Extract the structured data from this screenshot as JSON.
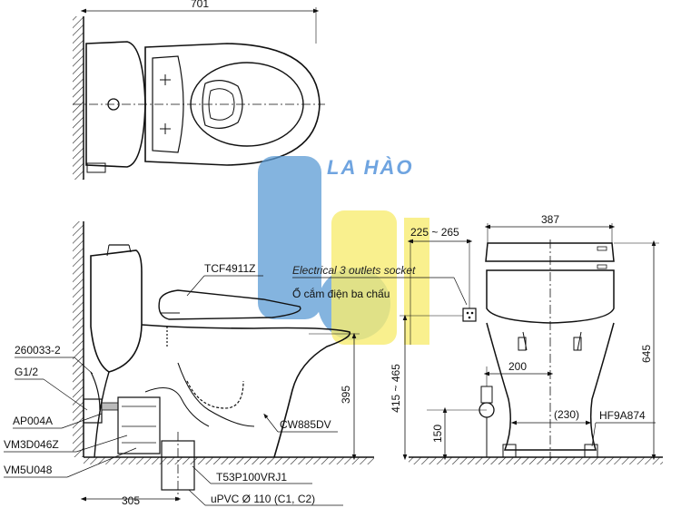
{
  "brand": {
    "name": "LA HÀO",
    "colors": {
      "blue": "#5b9bd5",
      "yellow": "#f5e642",
      "text": "#3f86d6"
    }
  },
  "dimensions": {
    "top_width": "701",
    "front_width": "387",
    "outlet_range": "225 ~ 265",
    "side_height": "645",
    "outlet_height": "415 ~ 465",
    "offset_200": "200",
    "offset_230": "(230)",
    "height_150": "150",
    "height_395": "395",
    "rough_in": "305"
  },
  "labels": {
    "seat": "TCF4911Z",
    "outlet_en": "Electrical 3 outlets socket",
    "outlet_vi": "Ổ cắm điện ba chấu",
    "part_260033": "260033-2",
    "part_g12": "G1/2",
    "part_ap004a": "AP004A",
    "part_vm3d": "VM3D046Z",
    "part_vm5u": "VM5U048",
    "part_cw885": "CW885DV",
    "part_t53": "T53P100VRJ1",
    "pipe": "uPVC Ø 110 (C1, C2)",
    "part_hf9": "HF9A874"
  }
}
